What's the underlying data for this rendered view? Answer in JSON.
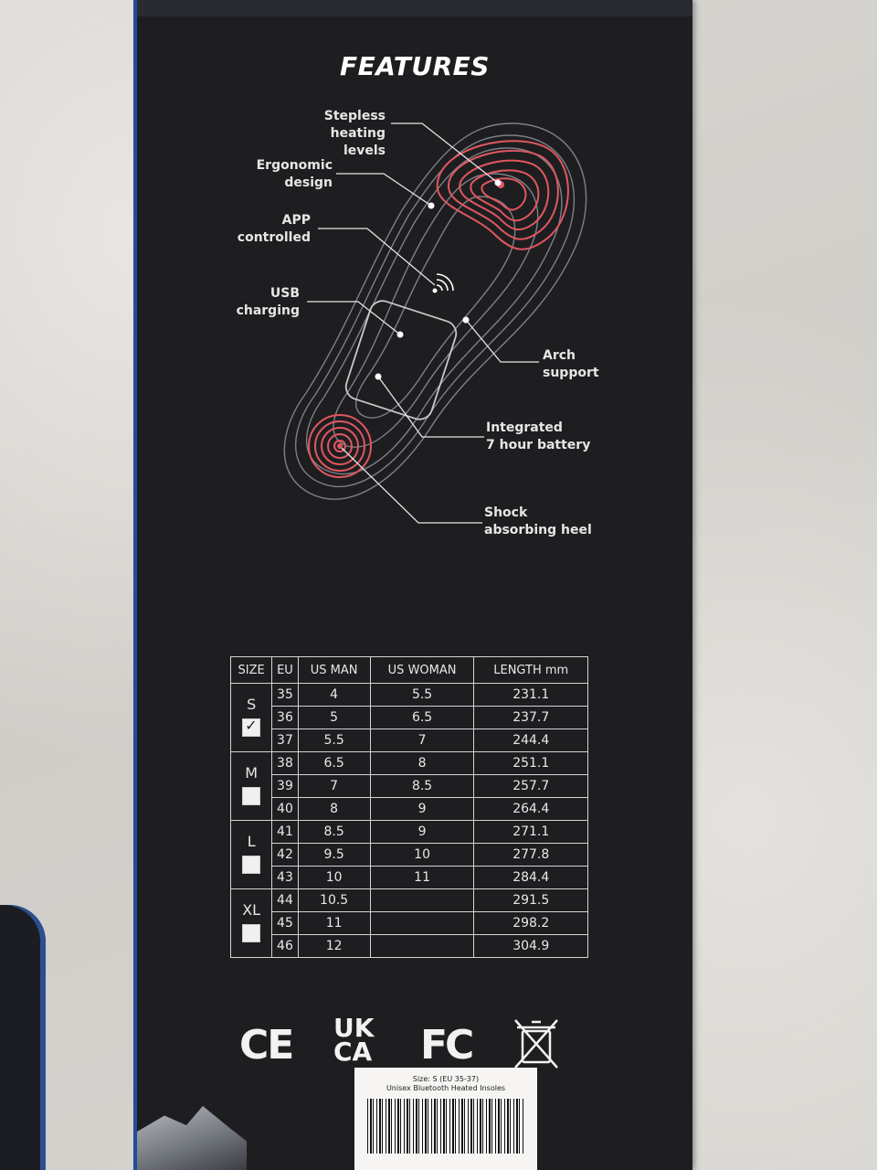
{
  "features": {
    "title": "FEATURES",
    "callouts": {
      "stepless_1": "Stepless heating",
      "stepless_2": "levels",
      "ergonomic_1": "Ergonomic",
      "ergonomic_2": "design",
      "app_1": "APP",
      "app_2": "controlled",
      "usb_1": "USB",
      "usb_2": "charging",
      "arch_1": "Arch",
      "arch_2": "support",
      "battery_1": "Integrated",
      "battery_2": "7 hour battery",
      "heel_1": "Shock",
      "heel_2": "absorbing heel"
    },
    "colors": {
      "accent": "#e0575f",
      "insole_lines": "#8a8c92"
    }
  },
  "size_table": {
    "headers": [
      "SIZE",
      "EU",
      "US MAN",
      "US WOMAN",
      "LENGTH mm"
    ],
    "groups": [
      {
        "size": "S",
        "checked": true,
        "rows": [
          [
            "35",
            "4",
            "5.5",
            "231.1"
          ],
          [
            "36",
            "5",
            "6.5",
            "237.7"
          ],
          [
            "37",
            "5.5",
            "7",
            "244.4"
          ]
        ]
      },
      {
        "size": "M",
        "checked": false,
        "rows": [
          [
            "38",
            "6.5",
            "8",
            "251.1"
          ],
          [
            "39",
            "7",
            "8.5",
            "257.7"
          ],
          [
            "40",
            "8",
            "9",
            "264.4"
          ]
        ]
      },
      {
        "size": "L",
        "checked": false,
        "rows": [
          [
            "41",
            "8.5",
            "9",
            "271.1"
          ],
          [
            "42",
            "9.5",
            "10",
            "277.8"
          ],
          [
            "43",
            "10",
            "11",
            "284.4"
          ]
        ]
      },
      {
        "size": "XL",
        "checked": false,
        "rows": [
          [
            "44",
            "10.5",
            "",
            "291.5"
          ],
          [
            "45",
            "11",
            "",
            "298.2"
          ],
          [
            "46",
            "12",
            "",
            "304.9"
          ]
        ]
      }
    ]
  },
  "certifications": {
    "ce": "CE",
    "ukca_1": "UK",
    "ukca_2": "CA",
    "fc": "FC",
    "weee_icon": "crossed-bin-icon"
  },
  "sticker": {
    "line1": "Size: S (EU 35-37)",
    "line2": "Unisex Bluetooth Heated Insoles"
  }
}
